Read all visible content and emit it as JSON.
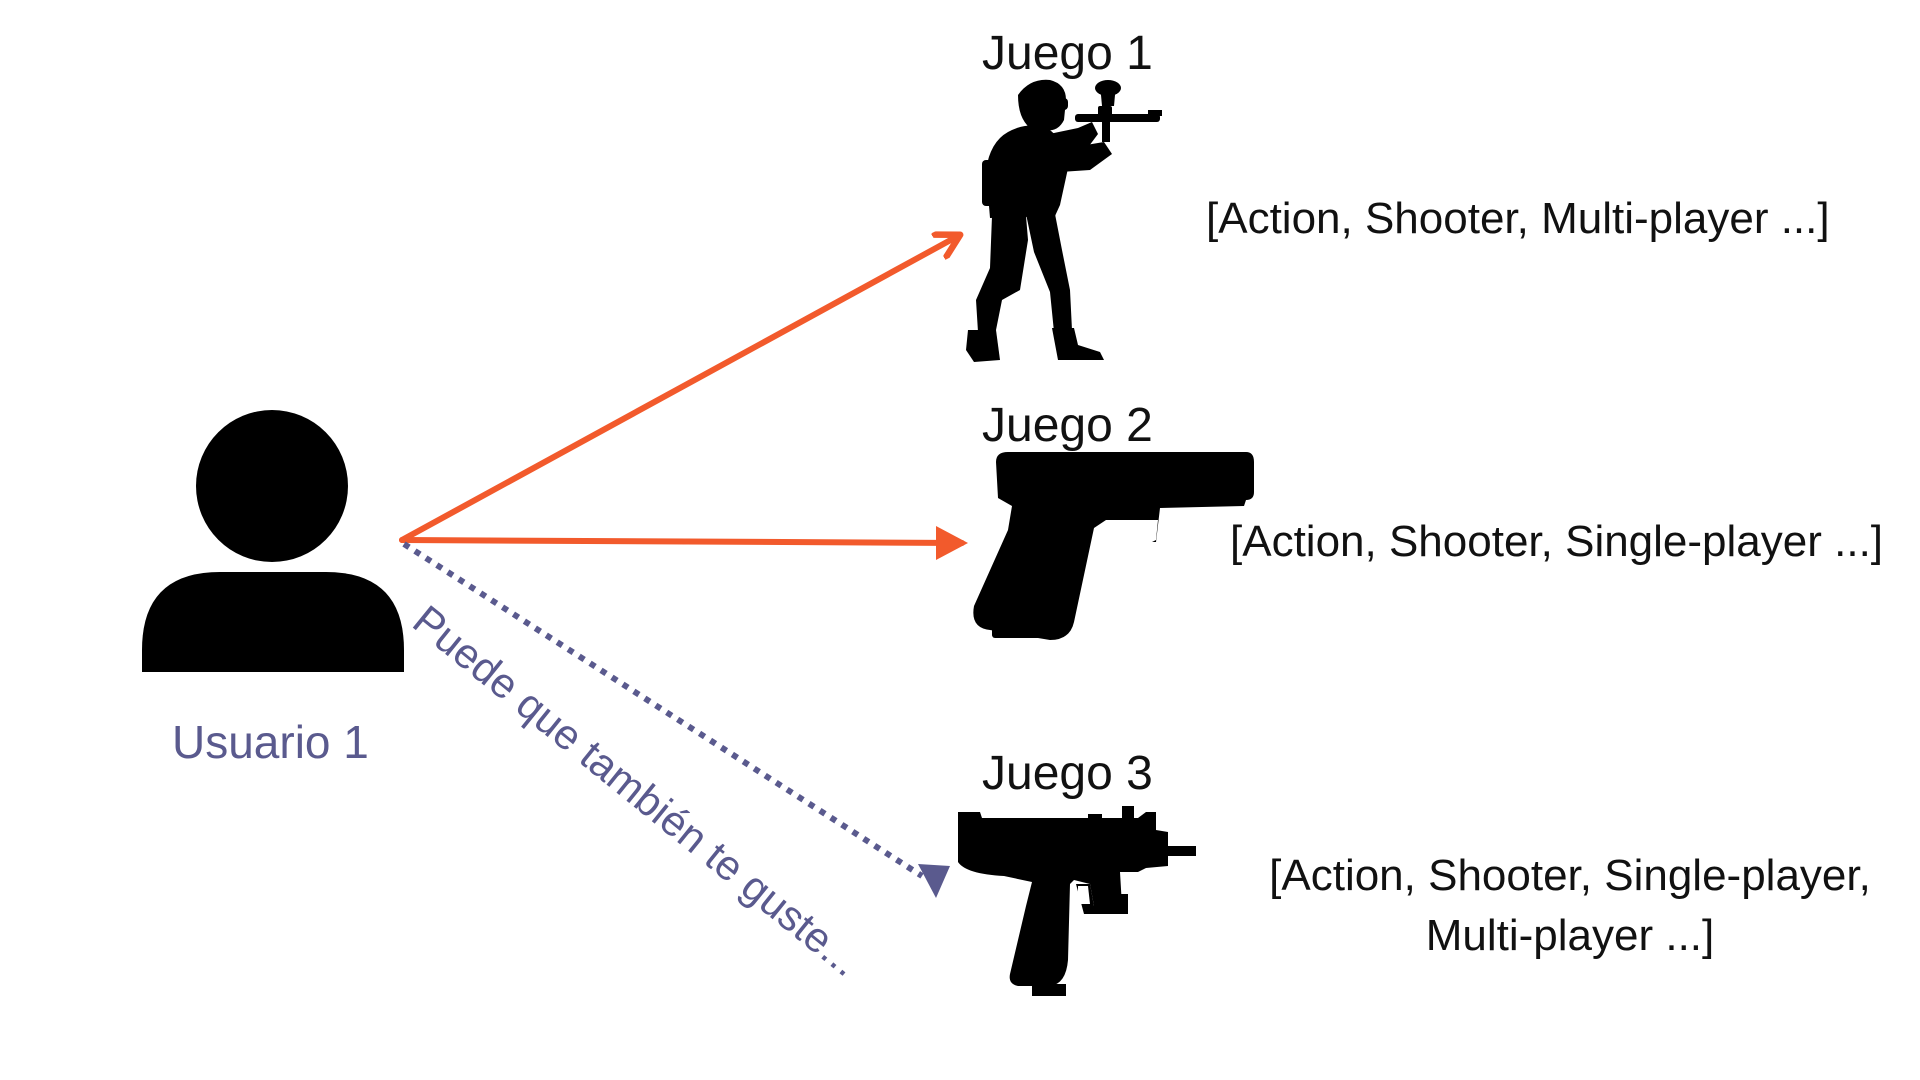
{
  "user": {
    "label": "Usuario 1",
    "icon": "person-icon"
  },
  "games": [
    {
      "title": "Juego 1",
      "icon": "paintball-soldier-icon",
      "tags": "[Action, Shooter, Multi-player ...]"
    },
    {
      "title": "Juego 2",
      "icon": "pistol-icon",
      "tags": "[Action, Shooter, Single-player ...]"
    },
    {
      "title": "Juego 3",
      "icon": "submachine-gun-icon",
      "tags_line1": "[Action, Shooter, Single-player,",
      "tags_line2": "Multi-player ...]"
    }
  ],
  "suggestion": {
    "label": "Puede que también te guste..."
  },
  "colors": {
    "played_arrow": "#f25a2c",
    "suggest_arrow": "#5a5a8e",
    "icon_fill": "#000000",
    "user_label": "#5a5a8e",
    "text": "#111111"
  }
}
